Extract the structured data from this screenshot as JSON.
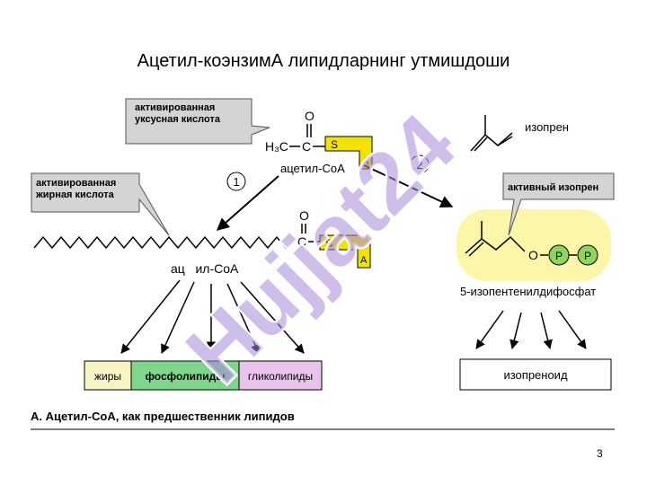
{
  "slide": {
    "title": "Ацетил-коэнзимА липидларнинг утмишдоши",
    "page_number": "3",
    "watermark": "Hujjat24"
  },
  "diagram": {
    "callouts": {
      "activated_acetic_acid": [
        "активированная",
        "уксусная кислота"
      ],
      "activated_fatty_acid": [
        "активированная",
        "жирная кислота"
      ],
      "active_isoprene": "активный изопрен"
    },
    "molecules": {
      "acetyl_coa": "ацетил-CoA",
      "acyl_coa": "ац   ил-CoA",
      "isoprene": "изопрен",
      "isopentenyl_diphosphate": "5-изопентенилдифосфат"
    },
    "formula": {
      "h3c": "H₃C",
      "c": "C",
      "o": "O",
      "s": "S",
      "a": "A",
      "p": "P",
      "oxygen_link": "O"
    },
    "steps": {
      "one": "1",
      "two": "2"
    },
    "products": {
      "fats": "жиры",
      "phospholipids": "фосфолипиды",
      "glycolipids": "гликолипиды",
      "isoprenoid": "изопреноид"
    },
    "caption": "А. Ацетил-CoA, как предшественник липидов",
    "colors": {
      "coa_yellow": "#f2e400",
      "isoprene_highlight": "#fbf6a8",
      "phosphate_green": "#8fd45c",
      "fats_fill": "#f7f4c4",
      "phospholipids_fill": "#7ed68a",
      "glycolipids_fill": "#e8c4ec",
      "watermark": "#a889d8"
    }
  }
}
